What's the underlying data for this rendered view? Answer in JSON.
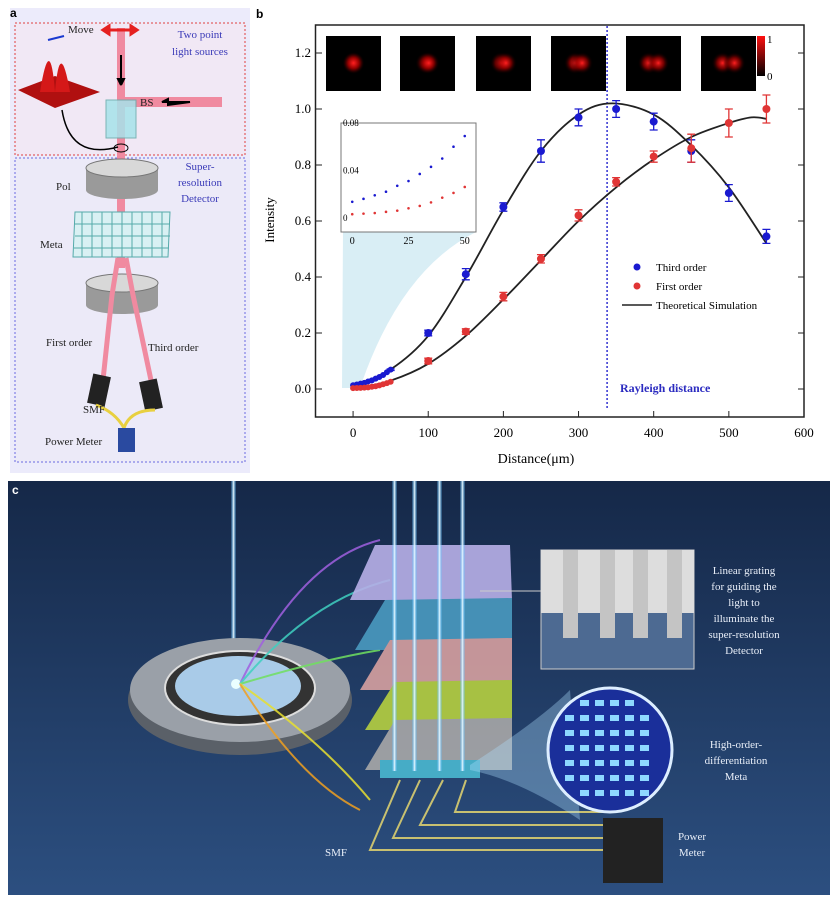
{
  "panel_a": {
    "label": "a",
    "move": "Move",
    "sources": [
      "Two point",
      "light sources"
    ],
    "bs": "BS",
    "detector": [
      "Super-",
      "resolution",
      "Detector"
    ],
    "pol": "Pol",
    "meta": "Meta",
    "first_order": "First order",
    "third_order": "Third order",
    "smf": "SMF",
    "power_meter": "Power Meter"
  },
  "panel_b": {
    "label": "b",
    "rayleigh_label": "Rayleigh distance",
    "colorbar": [
      "1",
      "0"
    ]
  },
  "panel_c": {
    "label": "c",
    "grating": [
      "Linear grating",
      "for guiding the",
      "light to",
      "illuminate the",
      "super-resolution",
      "Detector"
    ],
    "meta": [
      "High-order-",
      "differentiation",
      "Meta"
    ],
    "power_meter": [
      "Power",
      "Meter"
    ],
    "smf": "SMF"
  },
  "chart_data": {
    "type": "scatter",
    "xlabel": "Distance(μm)",
    "ylabel": "Intensity",
    "xlim": [
      -50,
      600
    ],
    "ylim": [
      -0.1,
      1.3
    ],
    "xticks": [
      "0",
      "100",
      "200",
      "300",
      "400",
      "500",
      "600"
    ],
    "xtick_values": [
      0,
      100,
      200,
      300,
      400,
      500,
      600
    ],
    "yticks": [
      "0.0",
      "0.2",
      "0.4",
      "0.6",
      "0.8",
      "1.0",
      "1.2"
    ],
    "ytick_values": [
      0,
      0.2,
      0.4,
      0.6,
      0.8,
      1.0,
      1.2
    ],
    "rayleigh_distance": 338,
    "legend_position": "center-right",
    "series": [
      {
        "name": "Third order",
        "color": "#1a1ad0",
        "x": [
          0,
          5,
          10,
          15,
          20,
          25,
          30,
          35,
          40,
          45,
          50,
          100,
          150,
          200,
          250,
          300,
          350,
          400,
          450,
          500,
          550
        ],
        "y": [
          0.0135,
          0.016,
          0.019,
          0.022,
          0.027,
          0.031,
          0.037,
          0.043,
          0.05,
          0.06,
          0.069,
          0.2,
          0.41,
          0.65,
          0.85,
          0.97,
          1.0,
          0.955,
          0.85,
          0.7,
          0.545
        ],
        "err": [
          0,
          0,
          0,
          0,
          0,
          0,
          0,
          0,
          0,
          0,
          0.003,
          0.01,
          0.02,
          0.015,
          0.04,
          0.03,
          0.03,
          0.03,
          0.04,
          0.03,
          0.025
        ]
      },
      {
        "name": "First order",
        "color": "#e03535",
        "x": [
          0,
          5,
          10,
          15,
          20,
          25,
          30,
          35,
          40,
          45,
          50,
          100,
          150,
          200,
          250,
          300,
          350,
          400,
          450,
          500,
          550
        ],
        "y": [
          0.003,
          0.0035,
          0.004,
          0.005,
          0.006,
          0.008,
          0.01,
          0.013,
          0.017,
          0.021,
          0.026,
          0.1,
          0.205,
          0.33,
          0.465,
          0.62,
          0.74,
          0.83,
          0.86,
          0.95,
          1.0
        ],
        "err": [
          0,
          0,
          0,
          0,
          0,
          0,
          0,
          0,
          0,
          0,
          0,
          0.01,
          0.01,
          0.015,
          0.015,
          0.02,
          0.015,
          0.02,
          0.05,
          0.05,
          0.05
        ]
      },
      {
        "name": "Theoretical Simulation",
        "color": "#222222",
        "kind": "line",
        "curves": [
          {
            "x": [
              0,
              50,
              100,
              150,
              200,
              250,
              300,
              345,
              400,
              450,
              500,
              550
            ],
            "y": [
              0.01,
              0.07,
              0.19,
              0.4,
              0.64,
              0.85,
              0.98,
              1.02,
              0.98,
              0.87,
              0.72,
              0.52
            ]
          },
          {
            "x": [
              0,
              50,
              100,
              150,
              200,
              250,
              300,
              350,
              400,
              450,
              500,
              530,
              550
            ],
            "y": [
              0.0,
              0.03,
              0.09,
              0.19,
              0.32,
              0.46,
              0.6,
              0.72,
              0.82,
              0.9,
              0.95,
              0.97,
              0.965
            ]
          }
        ]
      }
    ],
    "inset": {
      "xlim": [
        -5,
        55
      ],
      "ylim": [
        -0.012,
        0.08
      ],
      "xticks": [
        "0",
        "25",
        "50"
      ],
      "xtick_values": [
        0,
        25,
        50
      ],
      "yticks": [
        "0",
        "0.04",
        "0.08"
      ],
      "ytick_values": [
        0,
        0.04,
        0.08
      ]
    },
    "heatmaps": [
      0.0,
      0.2,
      0.4,
      0.6,
      0.8,
      1.0
    ]
  }
}
